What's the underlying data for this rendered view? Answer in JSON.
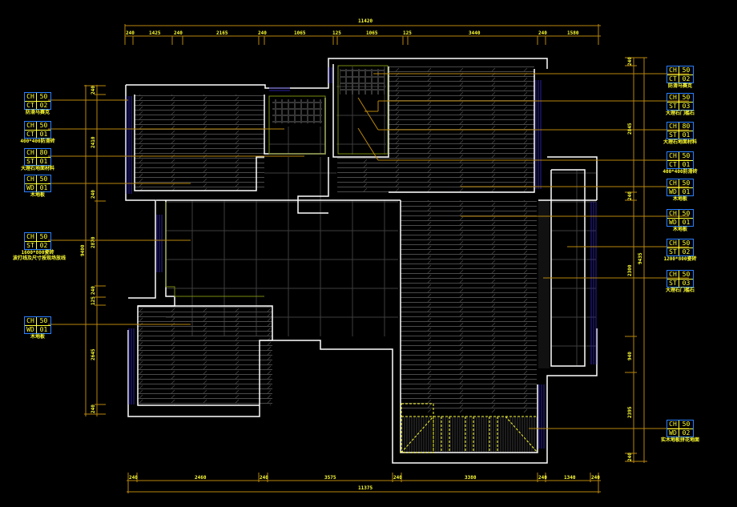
{
  "drawing": {
    "type": "cad-floor-plan",
    "background": "#000000",
    "colors": {
      "wall": "#ffffff",
      "dimension_line": "#b8860b",
      "text": "#ffff33",
      "tag_border": "#2a7fff",
      "hatch": "#555555",
      "window": "#2a1fa0",
      "leader": "#b8860b",
      "room_outline": "#7a8a10"
    }
  },
  "dimensions": {
    "top_overall": "11420",
    "top_segments": [
      "240",
      "1425",
      "240",
      "2165",
      "240",
      "1065",
      "125",
      "1065",
      "125",
      "3440",
      "240",
      "1580"
    ],
    "bottom_overall": "11375",
    "bottom_segments": [
      "240",
      "2460",
      "240",
      "3575",
      "240",
      "3380",
      "240",
      "1340",
      "240"
    ],
    "left_overall": "9400",
    "left_segments": [
      "240",
      "2410",
      "240",
      "2870",
      "240",
      "125",
      "2645",
      "240"
    ],
    "right_overall": "9435",
    "right_segments": [
      "240",
      "2845",
      "240",
      "2300",
      "940",
      "2395",
      "240"
    ]
  },
  "left_tags": [
    {
      "row1": [
        "CH",
        "50"
      ],
      "row2": [
        "CT",
        "02"
      ],
      "desc": "防滑马赛克"
    },
    {
      "row1": [
        "CH",
        "50"
      ],
      "row2": [
        "CT",
        "01"
      ],
      "desc": "400*400防滑砖"
    },
    {
      "row1": [
        "CH",
        "80"
      ],
      "row2": [
        "ST",
        "01"
      ],
      "desc": "大理石地面材料"
    },
    {
      "row1": [
        "CH",
        "50"
      ],
      "row2": [
        "WD",
        "01"
      ],
      "desc": "木地板"
    },
    {
      "row1": [
        "CH",
        "50"
      ],
      "row2": [
        "ST",
        "02"
      ],
      "desc": "1600*800瓷砖",
      "desc2": "波打线及尺寸按现场放线"
    },
    {
      "row1": [
        "CH",
        "50"
      ],
      "row2": [
        "WD",
        "01"
      ],
      "desc": "木地板"
    }
  ],
  "right_tags": [
    {
      "row1": [
        "CH",
        "50"
      ],
      "row2": [
        "CT",
        "02"
      ],
      "desc": "防滑马赛克"
    },
    {
      "row1": [
        "CH",
        "50"
      ],
      "row2": [
        "ST",
        "03"
      ],
      "desc": "大理石门槛石"
    },
    {
      "row1": [
        "CH",
        "80"
      ],
      "row2": [
        "ST",
        "01"
      ],
      "desc": "大理石地面材料"
    },
    {
      "row1": [
        "CH",
        "50"
      ],
      "row2": [
        "CT",
        "01"
      ],
      "desc": "400*400防滑砖"
    },
    {
      "row1": [
        "CH",
        "50"
      ],
      "row2": [
        "WD",
        "01"
      ],
      "desc": "木地板"
    },
    {
      "row1": [
        "CH",
        "50"
      ],
      "row2": [
        "WD",
        "01"
      ],
      "desc": "木地板"
    },
    {
      "row1": [
        "CH",
        "50"
      ],
      "row2": [
        "ST",
        "02"
      ],
      "desc": "1200*800瓷砖"
    },
    {
      "row1": [
        "CH",
        "50"
      ],
      "row2": [
        "ST",
        "03"
      ],
      "desc": "大理石门槛石"
    },
    {
      "row1": [
        "CH",
        "50"
      ],
      "row2": [
        "WD",
        "02"
      ],
      "desc": "实木地板拼花地面"
    }
  ]
}
